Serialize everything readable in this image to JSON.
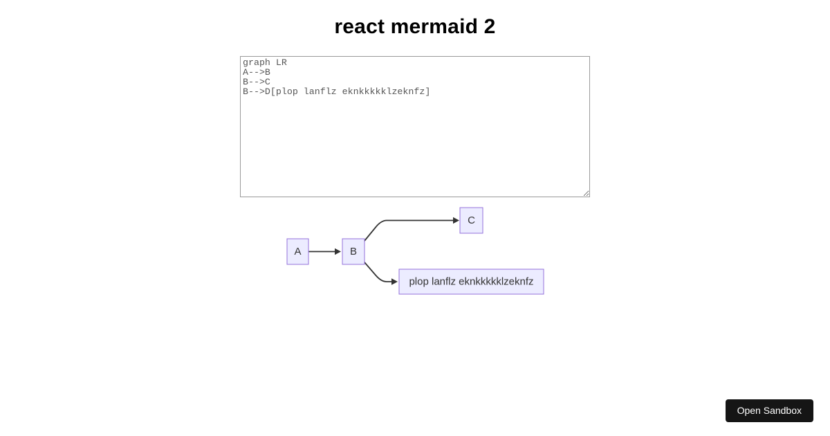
{
  "page": {
    "title": "react mermaid 2"
  },
  "editor": {
    "code": "graph LR\nA-->B\nB-->C\nB-->D[plop lanflz eknkkkkklzeknfz]"
  },
  "diagram": {
    "type": "mermaid-flowchart",
    "direction": "LR",
    "nodes": {
      "a": "A",
      "b": "B",
      "c": "C",
      "d": "plop lanflz eknkkkkklzeknfz"
    },
    "edges": [
      "A-->B",
      "B-->C",
      "B-->D"
    ],
    "colors": {
      "node_fill": "#ECECFF",
      "node_border": "#9370DB",
      "edge": "#333333",
      "label": "#333333"
    }
  },
  "footer": {
    "open_sandbox_label": "Open Sandbox",
    "button_bg": "#151515",
    "button_fg": "#ffffff"
  }
}
